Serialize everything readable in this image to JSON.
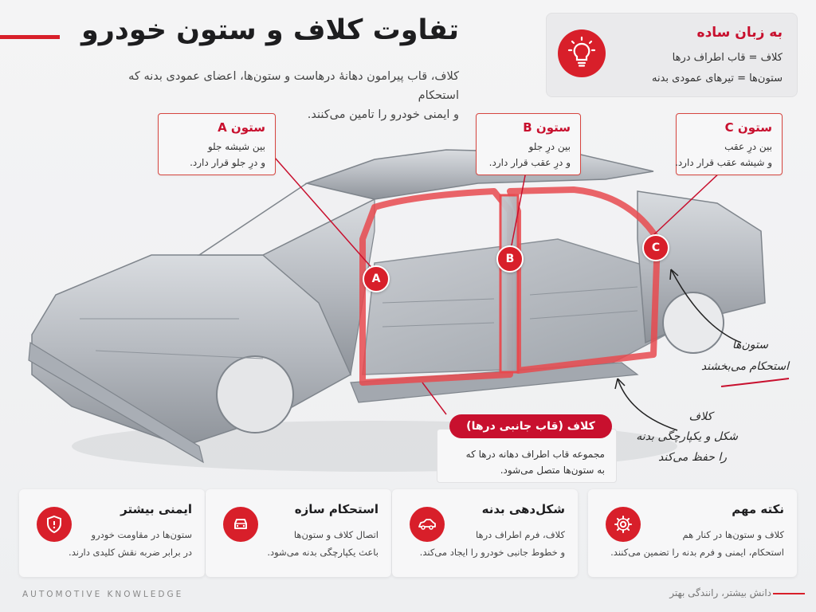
{
  "header": {
    "title": "تفاوت کلاف و ستون خودرو",
    "intro_line1": "کلاف، قاب پیرامون دهانهٔ درهاست و ستون‌ها، اعضای عمودی بدنه که استحکام",
    "intro_line2": "و ایمنی خودرو را تامین می‌کنند."
  },
  "simple": {
    "title": "به زبان ساده",
    "line1": "کلاف = قاب اطراف درها",
    "line2": "ستون‌ها = تیرهای عمودی بدنه",
    "icon": "lightbulb-icon"
  },
  "callouts": {
    "a": {
      "title": "ستون A",
      "line1": "بین شیشه جلو",
      "line2": "و درِ جلو قرار دارد."
    },
    "b": {
      "title": "ستون B",
      "line1": "بین درِ جلو",
      "line2": "و درِ عقب قرار دارد."
    },
    "c": {
      "title": "ستون C",
      "line1": "بین درِ عقب",
      "line2": "و شیشه عقب قرار دارد."
    }
  },
  "badges": {
    "a": "A",
    "b": "B",
    "c": "C"
  },
  "frame": {
    "title": "کلاف (قاب جانبی درها)",
    "line1": "مجموعه قاب اطراف دهانه درها که",
    "line2": "به ستون‌ها متصل می‌شود."
  },
  "notes": {
    "pillars_line1": "ستون‌ها",
    "pillars_line2": "استحکام می‌بخشند",
    "frame_line1": "کلاف",
    "frame_line2": "شکل و یکپارچگی بدنه",
    "frame_line3": "را حفظ می‌کند"
  },
  "cards": [
    {
      "title": "ایمنی بیشتر",
      "line1": "ستون‌ها در مقاومت خودرو",
      "line2": "در برابر ضربه نقش کلیدی دارند.",
      "icon": "shield-icon"
    },
    {
      "title": "استحکام سازه",
      "line1": "اتصال کلاف و ستون‌ها",
      "line2": "باعث یکپارچگی بدنه می‌شود.",
      "icon": "car-front-icon"
    },
    {
      "title": "شکل‌دهی بدنه",
      "line1": "کلاف، فرم اطراف درها",
      "line2": "و خطوط جانبی خودرو را ایجاد می‌کند.",
      "icon": "car-side-icon"
    },
    {
      "title": "نکته مهم",
      "line1": "کلاف و ستون‌ها در کنار هم",
      "line2": "استحکام، ایمنی و فرم بدنه را تضمین می‌کنند.",
      "icon": "gear-icon"
    }
  ],
  "footer": {
    "left": "AUTOMOTIVE KNOWLEDGE",
    "right": "دانش بیشتر، رانندگی بهتر"
  },
  "colors": {
    "accent": "#d81f2a",
    "highlight": "#e84a4f",
    "metal": "#b8bcc2"
  }
}
